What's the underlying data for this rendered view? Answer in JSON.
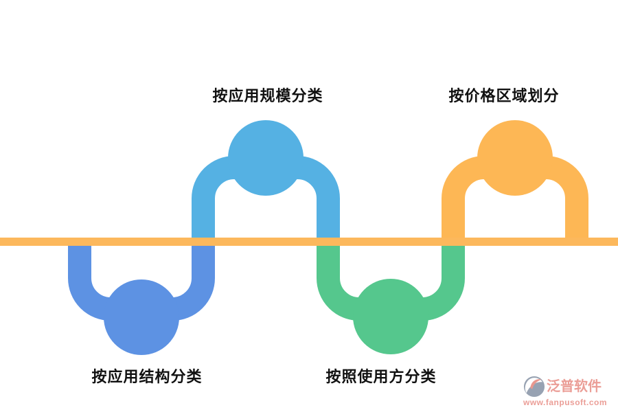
{
  "diagram": {
    "baseline_color": "#fcb85c",
    "nodes": [
      {
        "id": "app-structure",
        "label": "按应用结构分类",
        "color": "#5d92e3",
        "side": "bottom"
      },
      {
        "id": "app-scale",
        "label": "按应用规模分类",
        "color": "#55b1e3",
        "side": "top"
      },
      {
        "id": "user-side",
        "label": "按照使用方分类",
        "color": "#55c78d",
        "side": "bottom"
      },
      {
        "id": "price-region",
        "label": "按价格区域划分",
        "color": "#fdb755",
        "side": "top"
      }
    ]
  },
  "watermark": {
    "brand": "泛普软件",
    "url": "www.fanpusoft.com",
    "text_color": "#eb9e97",
    "logo_gray": "#97a2b2",
    "logo_accent": "#e8988f"
  }
}
